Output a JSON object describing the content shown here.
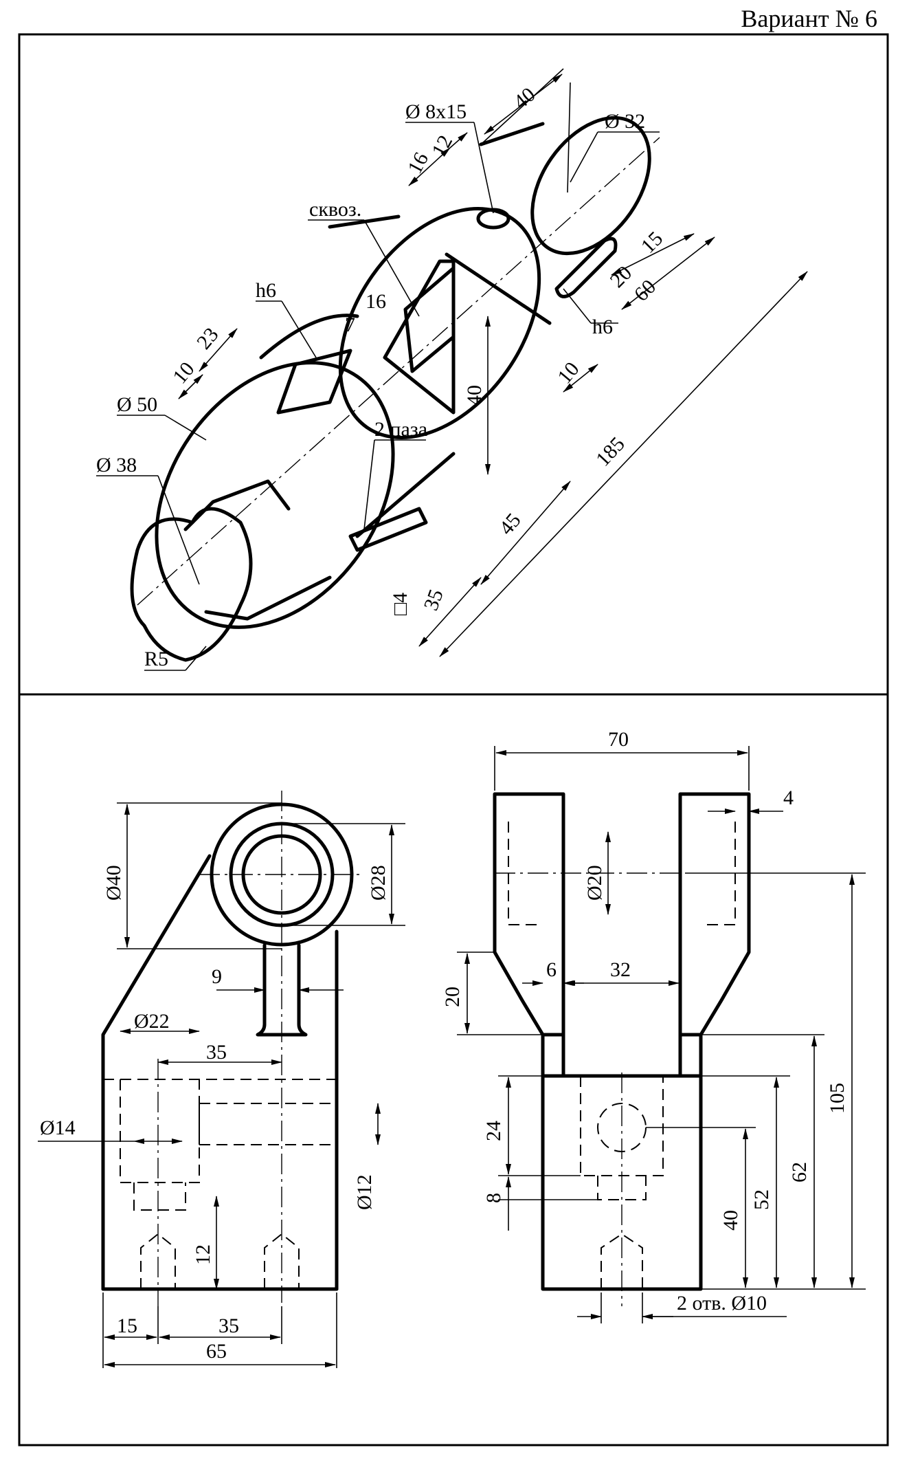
{
  "variant": "Вариант № 6",
  "iso": {
    "d8x15": "Ø 8x15",
    "d32": "Ø 32",
    "d50": "Ø 50",
    "d38": "Ø 38",
    "skvoz": "сквоз.",
    "h6a": "h6",
    "h6b": "h6",
    "two_slots": "2 паза",
    "r5": "R5",
    "sq4": "□4",
    "d40": "40",
    "d12": "12",
    "d16a": "16",
    "d16b": "16",
    "d15": "15",
    "d20": "20",
    "d60": "60",
    "d10a": "10",
    "d10b": "10",
    "d23": "23",
    "d7": "7",
    "d40v": "40",
    "d185": "185",
    "d45": "45",
    "d35": "35"
  },
  "front": {
    "d40": "Ø40",
    "d28": "Ø28",
    "d9": "9",
    "d22": "Ø22",
    "d35a": "35",
    "d14": "Ø14",
    "d12dia": "Ø12",
    "d12": "12",
    "d15": "15",
    "d35b": "35",
    "d65": "65"
  },
  "side": {
    "d70": "70",
    "d4": "4",
    "d20dia": "Ø20",
    "d6": "6",
    "d32": "32",
    "d20": "20",
    "d105": "105",
    "d24": "24",
    "d8": "8",
    "d40": "40",
    "d52": "52",
    "d62": "62",
    "holes": "2 отв. Ø10"
  }
}
